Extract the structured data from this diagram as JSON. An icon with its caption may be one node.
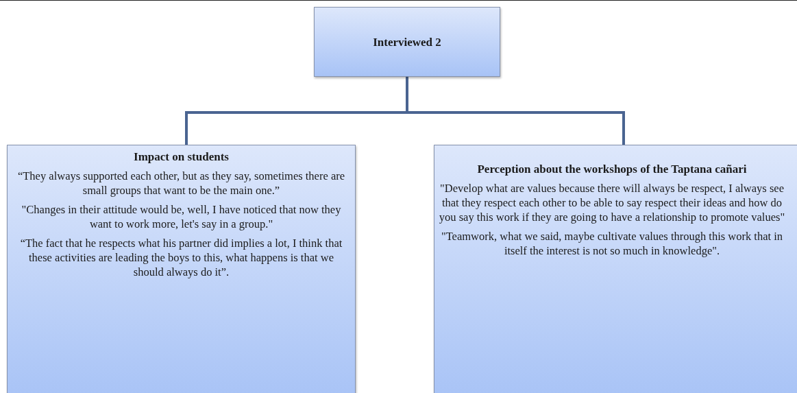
{
  "diagram": {
    "nodes": [
      {
        "text": [
          "Interviewed 2"
        ]
      },
      {
        "text": [
          "Impact on students",
          "“They always supported each other, but as they say, sometimes there are small groups that want to be the main one.”",
          "\"Changes in their attitude would be, well, I have noticed that now they want to work more, let's say in a group.\"",
          "“The fact that he respects what his partner did implies a lot, I think that these activities are leading the boys to this, what happens is that we should always do it”."
        ]
      },
      {
        "text": [
          "Perception about the workshops of the Taptana cañari",
          "\"Develop what are values because there will always be respect, I always see that they respect each other to be able to say respect their ideas and how do you say this work if they are going to have a relationship to promote values\"",
          "\"Teamwork, what we said, maybe cultivate values through this work that in itself the interest is not so much in knowledge\"."
        ]
      }
    ],
    "edges": [
      {
        "from": 0,
        "to": 1,
        "arrow": "none"
      },
      {
        "from": 0,
        "to": 2,
        "arrow": "none"
      }
    ]
  }
}
